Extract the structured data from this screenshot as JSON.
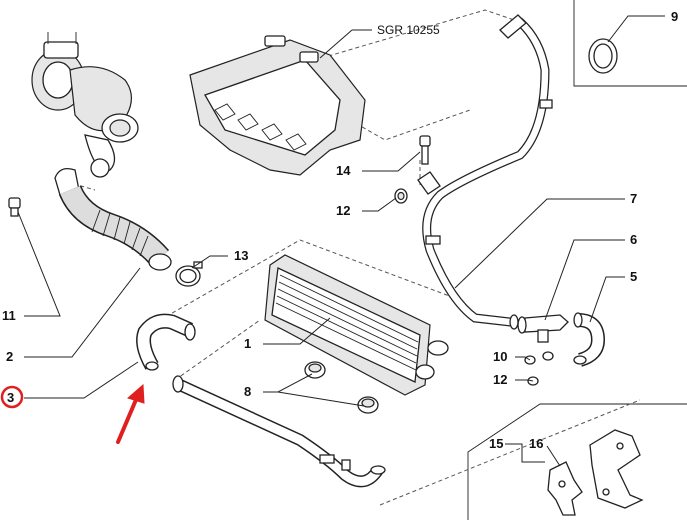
{
  "drawing_ref": "SGR 10255",
  "callouts": [
    {
      "id": "1",
      "label": "1"
    },
    {
      "id": "2",
      "label": "2"
    },
    {
      "id": "3",
      "label": "3",
      "highlighted": true
    },
    {
      "id": "5",
      "label": "5"
    },
    {
      "id": "6",
      "label": "6"
    },
    {
      "id": "7",
      "label": "7"
    },
    {
      "id": "8",
      "label": "8"
    },
    {
      "id": "9",
      "label": "9"
    },
    {
      "id": "10",
      "label": "10"
    },
    {
      "id": "11",
      "label": "11"
    },
    {
      "id": "12a",
      "label": "12"
    },
    {
      "id": "12b",
      "label": "12"
    },
    {
      "id": "13",
      "label": "13"
    },
    {
      "id": "14",
      "label": "14"
    },
    {
      "id": "15",
      "label": "15"
    },
    {
      "id": "16",
      "label": "16"
    }
  ],
  "colors": {
    "line": "#222222",
    "highlight": "#e02020",
    "arrow": "#e02020"
  },
  "icons": [
    "turbocharger",
    "intake-manifold",
    "intercooler",
    "hose",
    "clamp",
    "bolt",
    "grommet",
    "o-ring",
    "bracket",
    "red-arrow"
  ]
}
